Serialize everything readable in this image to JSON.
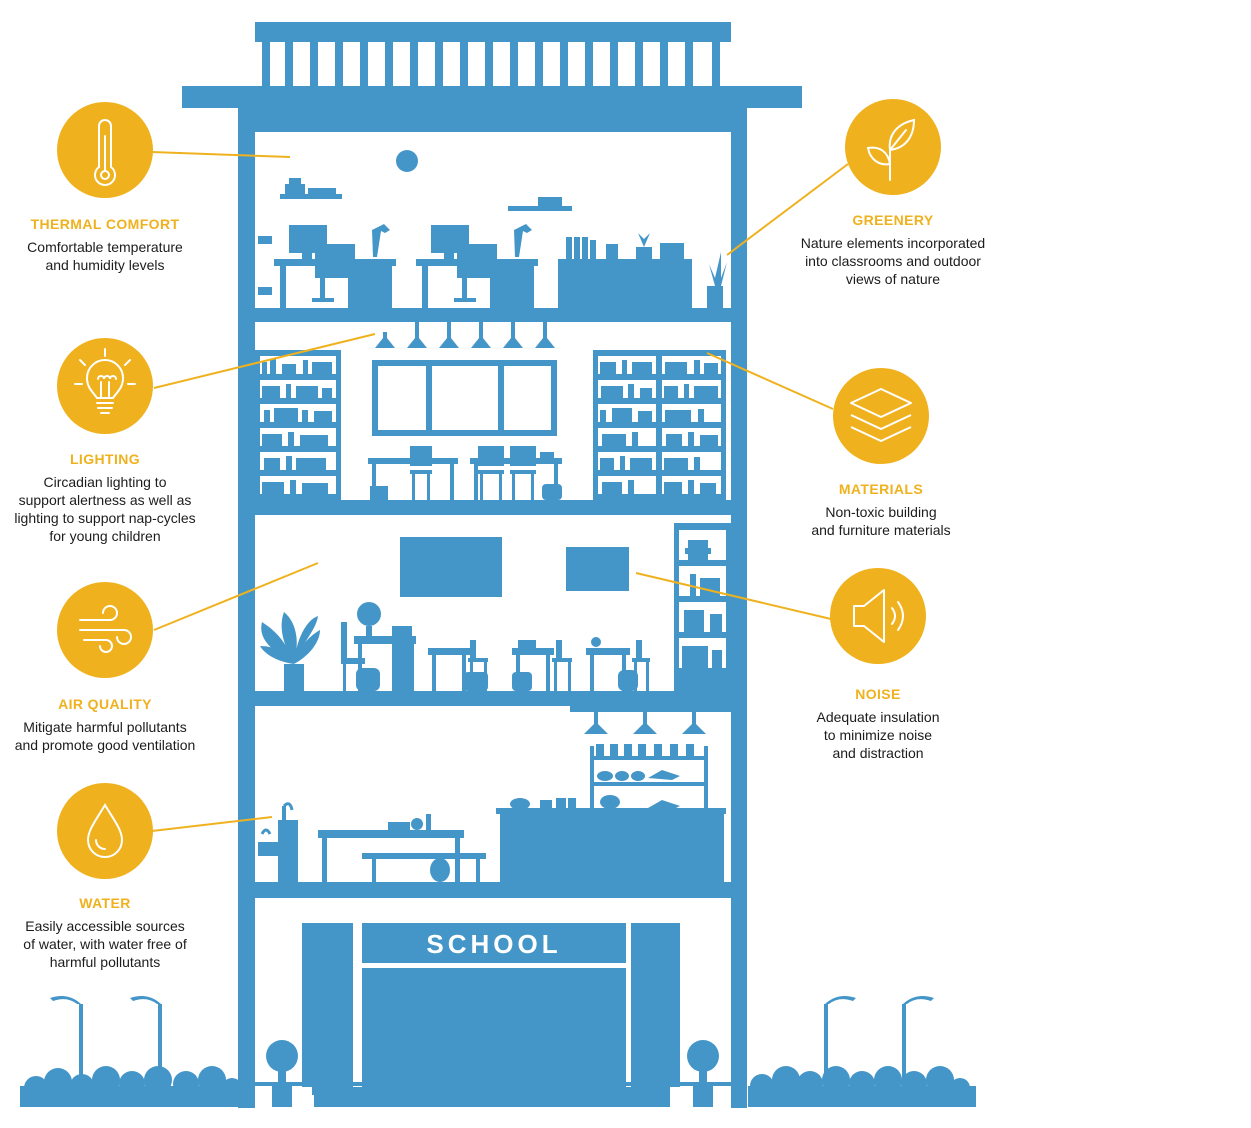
{
  "building": {
    "sign": "SCHOOL"
  },
  "colors": {
    "building": "#4596c8",
    "badge": "#efb21e",
    "title": "#efb21e",
    "text": "#1c1c1c"
  },
  "features": [
    {
      "id": "thermal_comfort",
      "icon": "thermometer-icon",
      "title": "THERMAL COMFORT",
      "lines": [
        "Comfortable temperature",
        "and humidity levels"
      ]
    },
    {
      "id": "lighting",
      "icon": "lightbulb-icon",
      "title": "LIGHTING",
      "lines": [
        "Circadian lighting to",
        "support alertness as well as",
        "lighting to support nap-cycles",
        "for young children"
      ]
    },
    {
      "id": "air_quality",
      "icon": "wind-icon",
      "title": "AIR QUALITY",
      "lines": [
        "Mitigate harmful pollutants",
        "and promote good ventilation"
      ]
    },
    {
      "id": "water",
      "icon": "water-drop-icon",
      "title": "WATER",
      "lines": [
        "Easily accessible sources",
        "of water, with water free of",
        "harmful pollutants"
      ]
    },
    {
      "id": "greenery",
      "icon": "leaf-icon",
      "title": "GREENERY",
      "lines": [
        "Nature elements incorporated",
        "into classrooms and outdoor",
        "views of nature"
      ]
    },
    {
      "id": "materials",
      "icon": "layers-icon",
      "title": "MATERIALS",
      "lines": [
        "Non-toxic building",
        "and furniture materials"
      ]
    },
    {
      "id": "noise",
      "icon": "speaker-icon",
      "title": "NOISE",
      "lines": [
        "Adequate insulation",
        "to minimize noise",
        "and distraction"
      ]
    }
  ]
}
